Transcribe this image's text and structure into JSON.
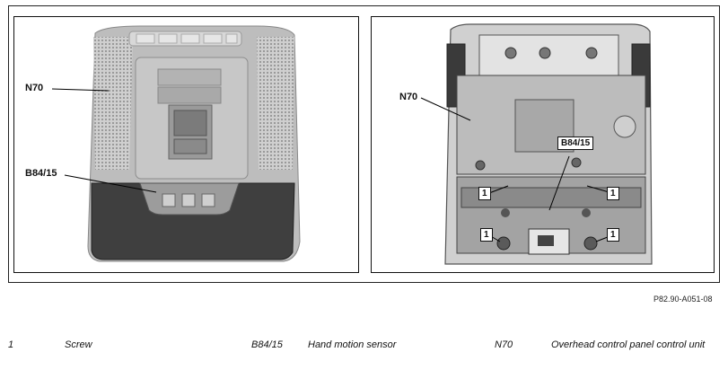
{
  "figure": {
    "left_panel": {
      "callouts": {
        "n70": "N70",
        "b84": "B84/15"
      }
    },
    "right_panel": {
      "callouts": {
        "n70": "N70",
        "b84": "B84/15",
        "screw": "1"
      }
    },
    "reference": "P82.90-A051-08"
  },
  "legend": [
    {
      "code": "1",
      "label": "Screw"
    },
    {
      "code": "B84/15",
      "label": "Hand motion sensor"
    },
    {
      "code": "N70",
      "label": "Overhead control panel control unit"
    }
  ]
}
